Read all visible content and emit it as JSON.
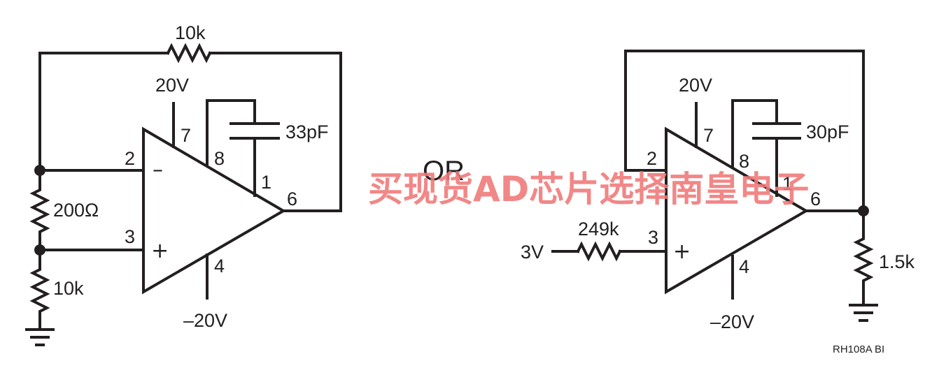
{
  "left_circuit": {
    "feedback_resistor": "10k",
    "supply_positive": "20V",
    "supply_negative": "–20V",
    "compensation_cap": "33pF",
    "divider_top_resistor": "200Ω",
    "divider_bottom_resistor": "10k",
    "pins": {
      "inverting": "2",
      "noninverting": "3",
      "vplus": "7",
      "comp": "8",
      "comp_b": "1",
      "output": "6",
      "vminus": "4"
    },
    "inverting_symbol": "–",
    "noninverting_symbol": "+"
  },
  "separator": "OR",
  "right_circuit": {
    "supply_positive": "20V",
    "supply_negative": "–20V",
    "compensation_cap": "30pF",
    "input_voltage": "3V",
    "input_resistor": "249k",
    "load_resistor": "1.5k",
    "pins": {
      "inverting": "2",
      "noninverting": "3",
      "vplus": "7",
      "comp": "8",
      "comp_b": "1",
      "output": "6",
      "vminus": "4"
    },
    "noninverting_symbol": "+"
  },
  "figure_code": "RH108A BI",
  "watermark": "买现货AD芯片选择南皇电子"
}
